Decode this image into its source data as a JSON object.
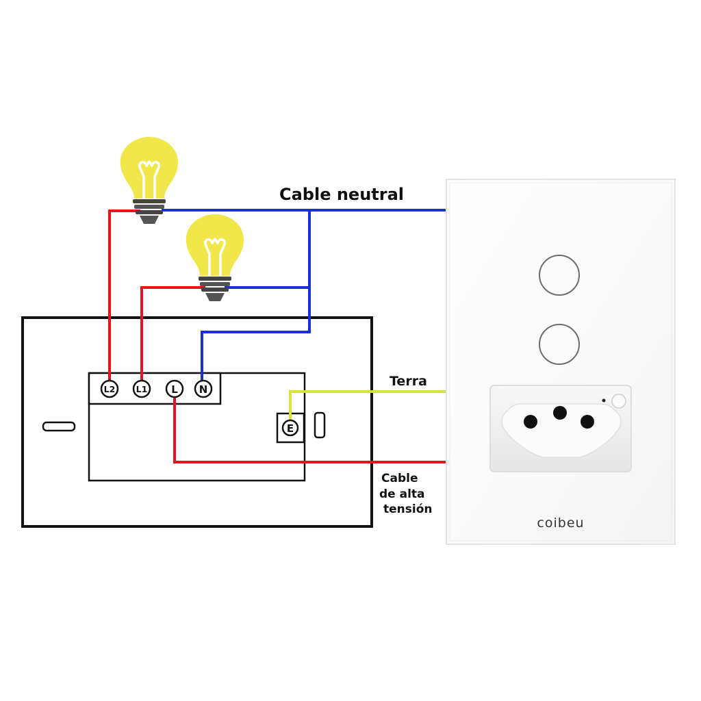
{
  "labels": {
    "neutral": "Cable neutral",
    "earth": "Terra",
    "high_voltage_line1": "Cable",
    "high_voltage_line2": "de alta",
    "high_voltage_line3": "tensión"
  },
  "terminals": {
    "l2": "L2",
    "l1": "L1",
    "l": "L",
    "n": "N",
    "e": "E"
  },
  "brand": "coibeu",
  "colors": {
    "phase_wire": "#e8141a",
    "neutral_wire": "#1a2fd6",
    "earth_wire": "#d9e43a",
    "bulb": "#f1e64a",
    "outline": "#111111"
  }
}
